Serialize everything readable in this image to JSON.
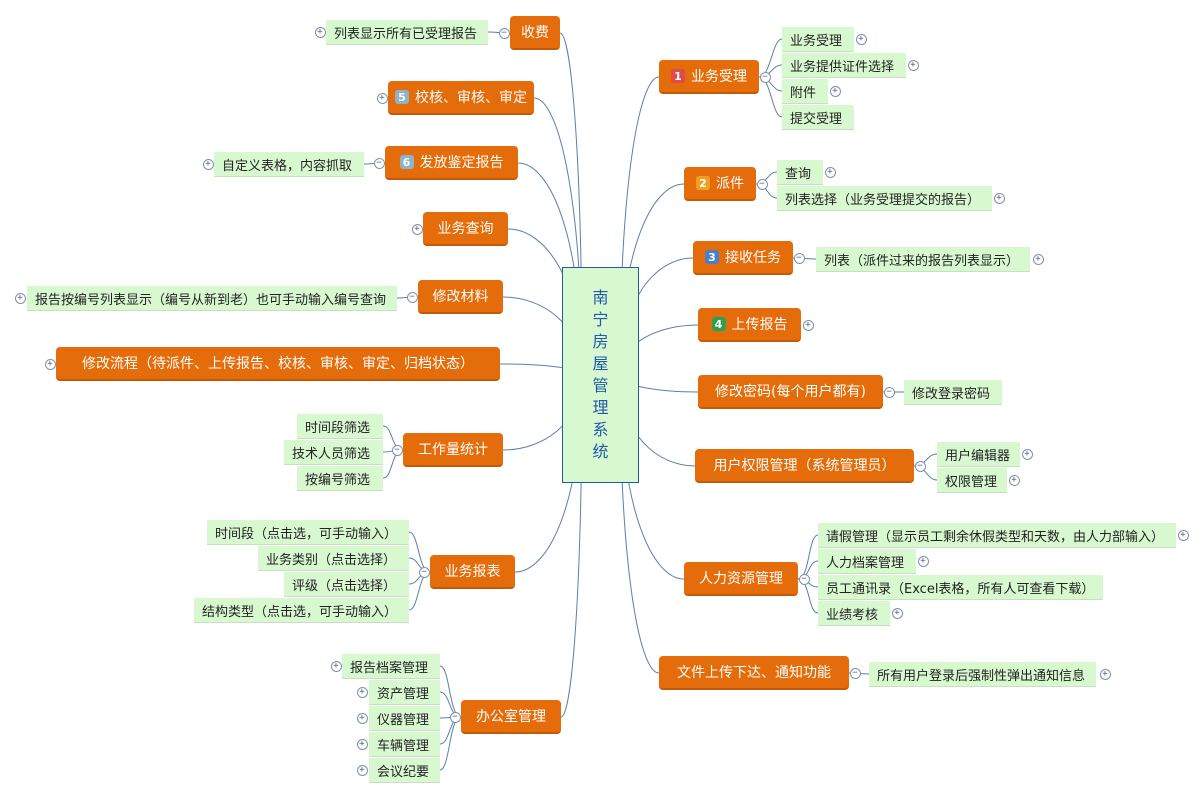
{
  "root": {
    "label": "南宁房屋管理系统"
  },
  "colors": {
    "branch": "#e46c0a",
    "leaf": "#d8f8d0",
    "root_border": "#1f5aa8",
    "line": "#5b7fb0"
  },
  "branches": [
    {
      "label": "收费",
      "children": [
        "列表显示所有已受理报告"
      ]
    },
    {
      "label": "校核、审核、审定",
      "badge": {
        "num": "5",
        "color": "#8fb3c8"
      }
    },
    {
      "label": "发放鉴定报告",
      "badge": {
        "num": "6",
        "color": "#8fb3c8"
      },
      "children": [
        "自定义表格，内容抓取"
      ]
    },
    {
      "label": "业务查询"
    },
    {
      "label": "修改材料",
      "children": [
        "报告按编号列表显示（编号从新到老）也可手动输入编号查询"
      ]
    },
    {
      "label": "修改流程（待派件、上传报告、校核、审核、审定、归档状态）"
    },
    {
      "label": "工作量统计",
      "children": [
        "时间段筛选",
        "技术人员筛选",
        "按编号筛选"
      ]
    },
    {
      "label": "业务报表",
      "children": [
        "时间段（点击选，可手动输入）",
        "业务类别（点击选择）",
        "评级（点击选择）",
        "结构类型（点击选，可手动输入）"
      ]
    },
    {
      "label": "办公室管理",
      "children": [
        "报告档案管理",
        "资产管理",
        "仪器管理",
        "车辆管理",
        "会议纪要"
      ]
    },
    {
      "label": "业务受理",
      "badge": {
        "num": "1",
        "color": "#e04a4a"
      },
      "children": [
        "业务受理",
        "业务提供证件选择",
        "附件",
        "提交受理"
      ]
    },
    {
      "label": "派件",
      "badge": {
        "num": "2",
        "color": "#f0a020"
      },
      "children": [
        "查询",
        "列表选择（业务受理提交的报告）"
      ]
    },
    {
      "label": "接收任务",
      "badge": {
        "num": "3",
        "color": "#4a7fd0"
      },
      "children": [
        "列表（派件过来的报告列表显示）"
      ]
    },
    {
      "label": "上传报告",
      "badge": {
        "num": "4",
        "color": "#30a050"
      }
    },
    {
      "label": "修改密码(每个用户都有)",
      "children": [
        "修改登录密码"
      ]
    },
    {
      "label": "用户权限管理（系统管理员）",
      "children": [
        "用户编辑器",
        "权限管理"
      ]
    },
    {
      "label": "人力资源管理",
      "children": [
        "请假管理（显示员工剩余休假类型和天数，由人力部输入）",
        "人力档案管理",
        "员工通讯录（Excel表格，所有人可查看下载）",
        "业绩考核"
      ]
    },
    {
      "label": "文件上传下达、通知功能",
      "children": [
        "所有用户登录后强制性弹出通知信息"
      ]
    }
  ]
}
